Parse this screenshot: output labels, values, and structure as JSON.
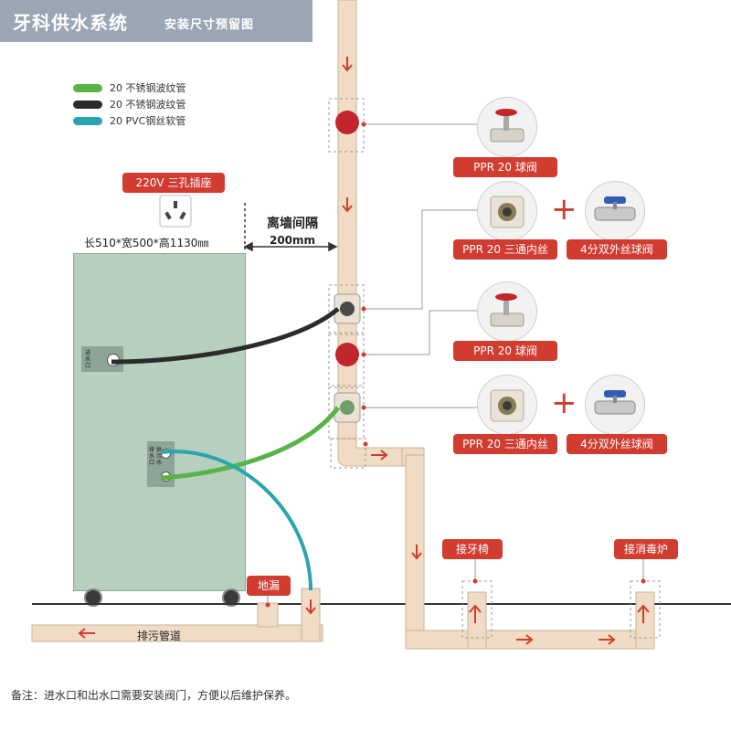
{
  "header": {
    "title": "牙科供水系统",
    "subtitle": "安装尺寸预留图"
  },
  "legend": [
    {
      "color": "#58b446",
      "label": "20 不锈钢波纹管"
    },
    {
      "color": "#2b2b2b",
      "label": "20 不锈钢波纹管"
    },
    {
      "color": "#2aa5ad",
      "label": "20 PVC钢丝软管"
    }
  ],
  "socket": {
    "label": "220V 三孔插座"
  },
  "dimensions": "长510*宽500*高1130㎜",
  "wall_gap": {
    "label": "离墙间隔",
    "value": "200mm"
  },
  "valves": {
    "ppr_ball_valve_1": "PPR 20 球阀",
    "ppr_tee_1": "PPR 20 三通内丝",
    "double_ball_valve_1": "4分双外丝球阀",
    "ppr_ball_valve_2": "PPR 20 球阀",
    "ppr_tee_2": "PPR 20 三通内丝",
    "double_ball_valve_2": "4分双外丝球阀"
  },
  "connections": {
    "chair": "接牙椅",
    "sterilizer": "接消毒炉",
    "floor_drain": "地漏",
    "drain_pipe": "排污管道"
  },
  "cabinet_panel": {
    "inlet": "进水口",
    "outlet1": "排水口",
    "outlet2": "供污水"
  },
  "note": "备注：进水口和出水口需要安装阀门，方便以后维护保养。",
  "colors": {
    "accent": "#d13c31",
    "pipe": "#f0dcc4",
    "green_hose": "#58b446",
    "black_hose": "#2b2b2b",
    "teal_hose": "#2aa5ad",
    "cabinet": "#b6cfbe",
    "header_bg": "#9aa6b3"
  }
}
